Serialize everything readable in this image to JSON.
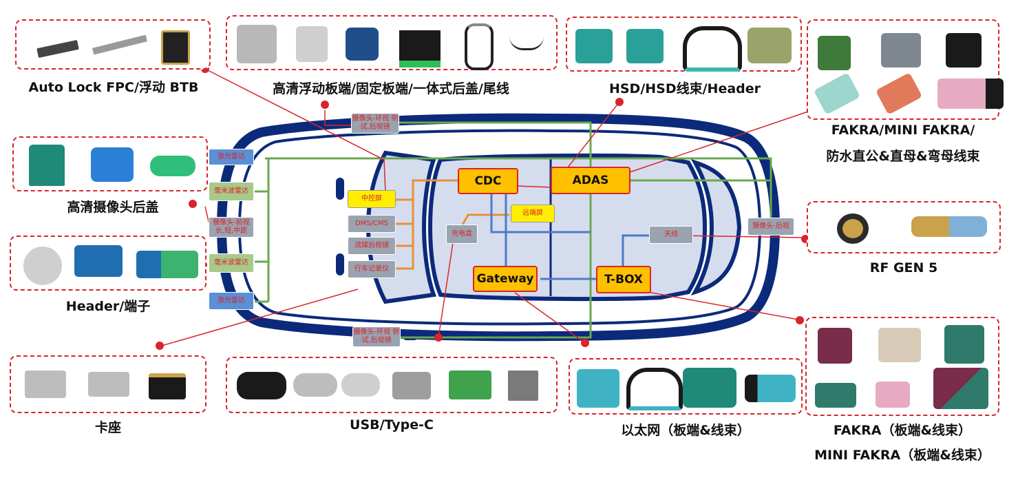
{
  "panels": {
    "fpc": {
      "caption": "Auto Lock FPC/浮动 BTB"
    },
    "hd_board": {
      "caption": "高清浮动板端/固定板端/一体式后盖/尾线"
    },
    "hsd": {
      "caption": "HSD/HSD线束/Header"
    },
    "fakra_top": {
      "caption_line1": "FAKRA/MINI FAKRA/",
      "caption_line2": "防水直公&直母&弯母线束"
    },
    "camera_cover": {
      "caption": "高清摄像头后盖"
    },
    "header": {
      "caption": "Header/端子"
    },
    "rf": {
      "caption": "RF GEN 5"
    },
    "card": {
      "caption": "卡座"
    },
    "usb": {
      "caption": "USB/Type-C"
    },
    "ethernet": {
      "caption": "以太网（板端&线束）"
    },
    "fakra_bottom": {
      "caption_line1": "FAKRA（板端&线束）",
      "caption_line2": "MINI FAKRA（板端&线束）"
    }
  },
  "nodes": {
    "cam_top": "摄像头-环视 侧试,后视镜",
    "lidar_top": "激光雷达",
    "mmw_top": "毫米波雷达",
    "cam_front": "摄像头-前视 长,短,中距",
    "mmw_bottom": "毫米波雷达",
    "lidar_bottom": "激光雷达",
    "cam_bottom": "摄像头-环视 侧试,后视镜",
    "center_screen": "中控屏",
    "dms": "DMS/CMS",
    "stream_mirror": "流媒后视镜",
    "dashcam": "行车记录仪",
    "charger": "充电盒",
    "remote_screen": "远端屏",
    "antenna": "天线",
    "cam_rear": "摄像头-后视"
  },
  "ecus": {
    "cdc": "CDC",
    "adas": "ADAS",
    "gateway": "Gateway",
    "tbox": "T-BOX"
  },
  "colors": {
    "accent": "#d9242b",
    "car_body": "#0b2a7a",
    "bus_green": "#6aa84f",
    "bus_orange": "#e69138",
    "bus_blue": "#4a7cc7",
    "ecu_fill": "#ffc000"
  }
}
